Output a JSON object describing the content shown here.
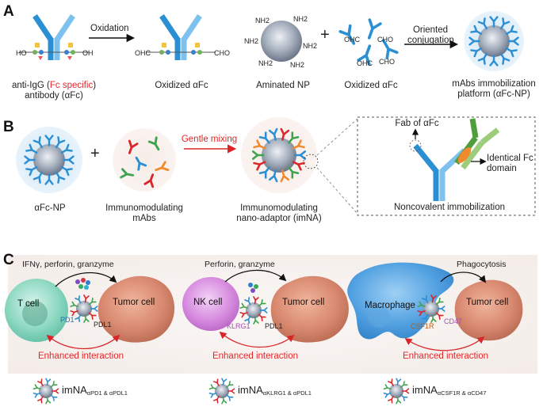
{
  "panelA": {
    "letter": "A",
    "ho": "HO",
    "oh": "OH",
    "ohc": "OHC",
    "cho": "CHO",
    "oxidation": "Oxidation",
    "antibody_label_pre": "anti-IgG (",
    "antibody_label_red": "Fc specific",
    "antibody_label_post": ")",
    "antibody_label_line2": "antibody (αFc)",
    "oxidized_label": "Oxidized αFc",
    "aminated_label": "Aminated NP",
    "oxidized_label2": "Oxidized αFc",
    "plus": "+",
    "nh2": "NH2",
    "oriented_line1": "Oriented",
    "oriented_line2": "conjugation",
    "platform_line1": "mAbs immobilization",
    "platform_line2": "platform (αFc-NP)"
  },
  "panelB": {
    "letter": "B",
    "afc_np": "αFc-NP",
    "plus": "+",
    "mabs_line1": "Immunomodulating",
    "mabs_line2": "mAbs",
    "gentle": "Gentle mixing",
    "imna_line1": "Immunomodulating",
    "imna_line2": "nano-adaptor (imNA)",
    "fab": "Fab of αFc",
    "identical_line1": "Identical Fc",
    "identical_line2": "domain",
    "noncovalent": "Noncovalent immobilization"
  },
  "panelC": {
    "letter": "C",
    "c1": {
      "top": "IFNγ, perforin, granzyme",
      "cell": "T cell",
      "tumor": "Tumor cell",
      "receptor": "PD1",
      "ligand": "PDL1",
      "enhanced": "Enhanced interaction",
      "imna": "imNA",
      "imna_sub": "αPD1 & αPDL1"
    },
    "c2": {
      "top": "Perforin, granzyme",
      "cell": "NK cell",
      "tumor": "Tumor cell",
      "receptor": "KLRG1",
      "ligand": "PDL1",
      "enhanced": "Enhanced interaction",
      "imna": "imNA",
      "imna_sub": "αKLRG1 & αPDL1"
    },
    "c3": {
      "top": "Phagocytosis",
      "cell": "Macrophage",
      "tumor": "Tumor cell",
      "receptor": "CSF1R",
      "ligand": "CD47",
      "enhanced": "Enhanced interaction",
      "imna": "imNA",
      "imna_sub": "αCSF1R & αCD47"
    }
  }
}
